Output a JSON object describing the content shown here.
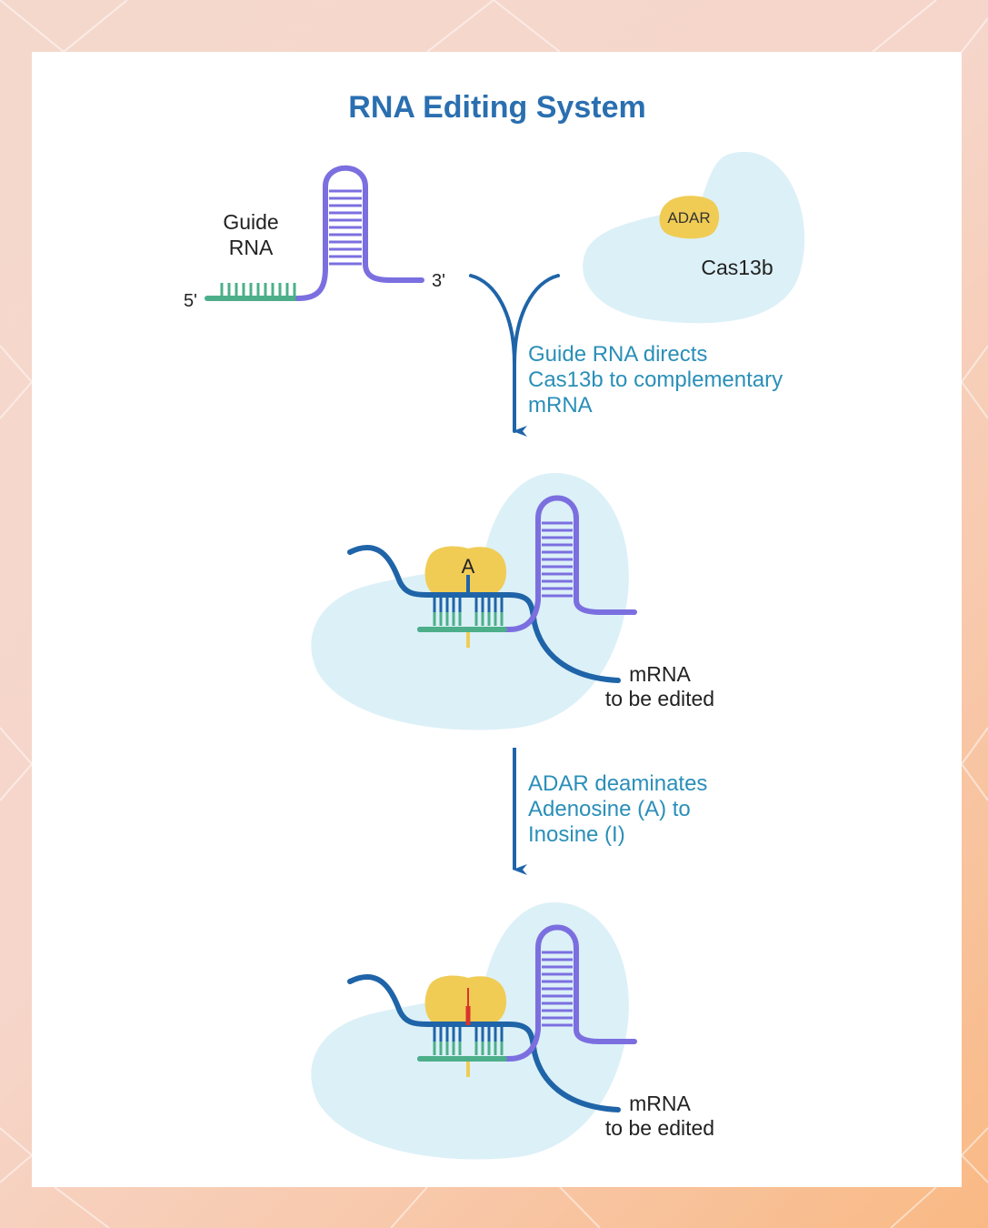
{
  "title": "RNA Editing System",
  "guide": {
    "label_line1": "Guide",
    "label_line2": "RNA",
    "five_prime": "5'",
    "three_prime": "3'"
  },
  "protein": {
    "adar": "ADAR",
    "cas13b": "Cas13b"
  },
  "step1": {
    "line1": "Guide RNA directs",
    "line2": "Cas13b to complementary",
    "line3": "mRNA"
  },
  "complex1": {
    "base": "A",
    "mrna_line1": "mRNA",
    "mrna_line2": "to be edited"
  },
  "step2": {
    "line1": "ADAR deaminates",
    "line2": "Adenosine (A) to",
    "line3": "Inosine (I)"
  },
  "complex2": {
    "mrna_line1": "mRNA",
    "mrna_line2": "to be edited"
  },
  "colors": {
    "title": "#2a6fb0",
    "guide_rna": "#7b6fe0",
    "guide_seed": "#4caf8a",
    "mrna": "#1f64a8",
    "cas13b": "#dcf0f7",
    "adar": "#f0cc55",
    "arrow": "#1f64a8",
    "step_text": "#2a8fb8",
    "edited_base": "#d9342b"
  }
}
